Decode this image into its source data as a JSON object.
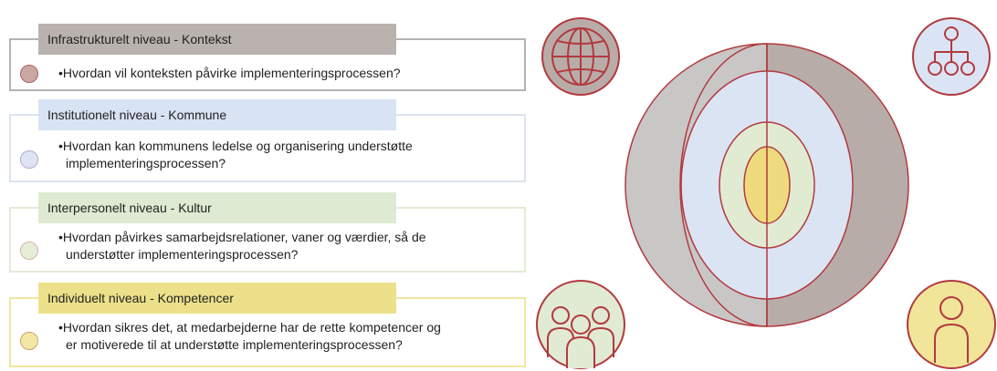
{
  "levels": [
    {
      "title": "Infrastrukturelt niveau - Kontekst",
      "lines": [
        "•Hvordan vil konteksten påvirke implementeringsprocessen?"
      ],
      "icon": "globe-icon"
    },
    {
      "title": "Institutionelt niveau - Kommune",
      "lines": [
        "•Hvordan kan kommunens ledelse og organisering understøtte",
        "implementeringsprocessen?"
      ],
      "icon": "org-chart-icon"
    },
    {
      "title": "Interpersonelt niveau - Kultur",
      "lines": [
        "•Hvordan påvirkes samarbejdsrelationer, vaner og værdier, så de",
        "understøtter implementeringsprocessen?"
      ],
      "icon": "group-icon"
    },
    {
      "title": "Individuelt niveau - Kompetencer",
      "lines": [
        "•Hvordan sikres det, at medarbejderne har de rette kompetencer og",
        "er motiverede til at understøtte implementeringsprocessen?"
      ],
      "icon": "person-icon"
    }
  ],
  "colors": {
    "context": "#b9b2ae",
    "municipality": "#d8e3f3",
    "culture": "#deead2",
    "competence": "#ece18a",
    "outline": "#b23a3f"
  }
}
